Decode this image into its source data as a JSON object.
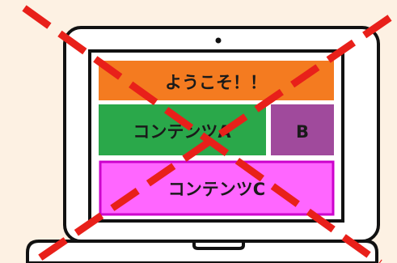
{
  "colors": {
    "background": "#fdf1e3",
    "laptop_outline": "#111111",
    "screen_fill": "#ffffff",
    "header_block": "#f47b20",
    "content_a_block": "#2aa84a",
    "content_b_block": "#a04a9c",
    "content_c_block": "#ff66ff",
    "content_c_border": "#cc00cc",
    "cross_mark": "#e8201a"
  },
  "icons": {
    "laptop": "laptop-icon",
    "camera": "camera-dot-icon",
    "cross": "cross-mark-icon"
  },
  "labels": {
    "header": "ようこそ！！",
    "content_a": "コンテンツA",
    "content_b": "B",
    "content_c": "コンテンツC"
  }
}
